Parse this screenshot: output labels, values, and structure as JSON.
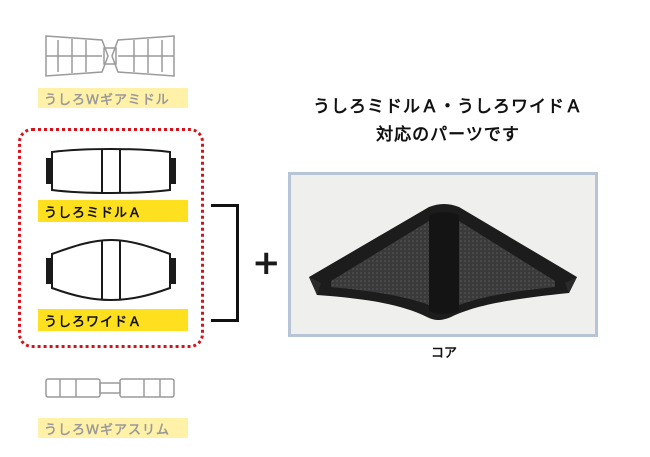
{
  "heading": {
    "line1": "うしろミドルＡ・うしろワイドＡ",
    "line2": "対応のパーツです"
  },
  "products": {
    "top_faded": "うしろＷギアミドル",
    "middle": "うしろミドルＡ",
    "wide": "うしろワイドＡ",
    "bottom_faded": "うしろＷギアスリム"
  },
  "plus_sign": "+",
  "part_caption": "コア",
  "colors": {
    "highlight_yellow": "#ffe01e",
    "faded_yellow": "#fff2a8",
    "dashed_red": "#d6131b",
    "photo_border": "#b7c3d6"
  }
}
